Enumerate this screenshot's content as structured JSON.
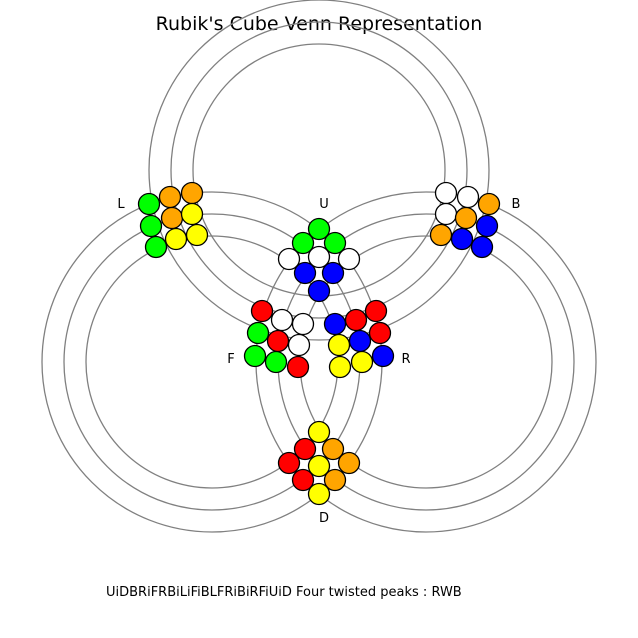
{
  "title": "Rubik's Cube Venn Representation",
  "caption": "UiDBRiFRBiLiFiBLFRiBiRFiUiD Four twisted peaks : RWB",
  "colors": {
    "ring": "#808080",
    "W": "#ffffff",
    "Y": "#ffff00",
    "G": "#00ff00",
    "B": "#0000ff",
    "O": "#ffa500",
    "R": "#ff0000"
  },
  "faces": [
    {
      "id": "U",
      "label": "U",
      "stickers": [
        "G",
        "G",
        "G",
        "W",
        "W",
        "W",
        "B",
        "B",
        "B"
      ]
    },
    {
      "id": "L",
      "label": "L",
      "stickers": [
        "G",
        "O",
        "O",
        "G",
        "O",
        "Y",
        "G",
        "Y",
        "Y"
      ]
    },
    {
      "id": "B",
      "label": "B",
      "stickers": [
        "W",
        "W",
        "O",
        "W",
        "O",
        "B",
        "O",
        "B",
        "B"
      ]
    },
    {
      "id": "F",
      "label": "F",
      "stickers": [
        "R",
        "W",
        "W",
        "G",
        "R",
        "W",
        "G",
        "G",
        "R"
      ]
    },
    {
      "id": "R",
      "label": "R",
      "stickers": [
        "R",
        "R",
        "B",
        "R",
        "B",
        "Y",
        "B",
        "Y",
        "Y"
      ]
    },
    {
      "id": "D",
      "label": "D",
      "stickers": [
        "Y",
        "R",
        "O",
        "R",
        "Y",
        "O",
        "R",
        "O",
        "Y"
      ]
    }
  ]
}
